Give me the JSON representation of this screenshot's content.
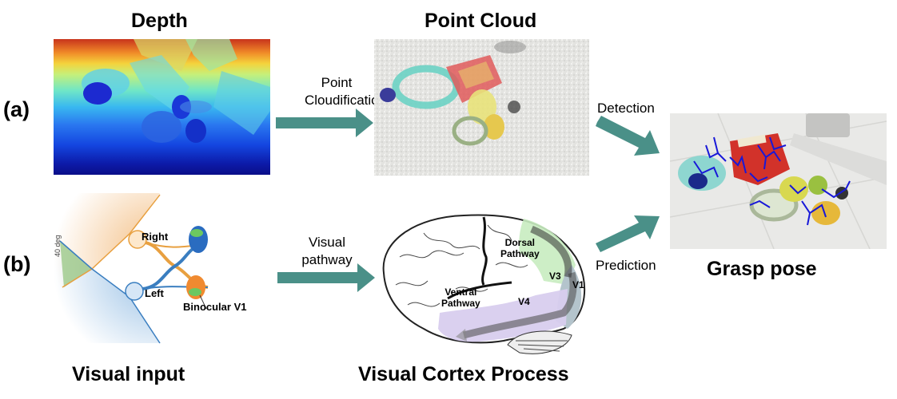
{
  "row_labels": {
    "a": "(a)",
    "b": "(b)"
  },
  "panels": {
    "depth": {
      "title": "Depth"
    },
    "point_cloud": {
      "title": "Point Cloud"
    },
    "grasp_pose": {
      "title": "Grasp pose"
    },
    "visual_input": {
      "title": "Visual input",
      "labels": {
        "right": "Right",
        "left": "Left",
        "binocular": "Binocular V1",
        "angle": "40 deg"
      }
    },
    "visual_cortex": {
      "title": "Visual Cortex Process",
      "labels": {
        "dorsal": "Dorsal Pathway",
        "dorsal_line1": "Dorsal",
        "dorsal_line2": "Pathway",
        "ventral_line1": "Ventral",
        "ventral_line2": "Pathway",
        "v1": "V1",
        "v3": "V3",
        "v4": "V4"
      }
    }
  },
  "arrows": {
    "point_cloudification": {
      "line1": "Point",
      "line2": "Cloudification"
    },
    "visual_pathway": {
      "line1": "Visual",
      "line2": "pathway"
    },
    "detection": {
      "label": "Detection"
    },
    "prediction": {
      "label": "Prediction"
    }
  },
  "colors": {
    "arrow": "#4a9088",
    "orange_field": "#f2b877",
    "blue_field": "#8db9e2",
    "green_overlap": "#9cc98a",
    "dorsal": "#c8ecc0",
    "ventral": "#d8cdee"
  }
}
